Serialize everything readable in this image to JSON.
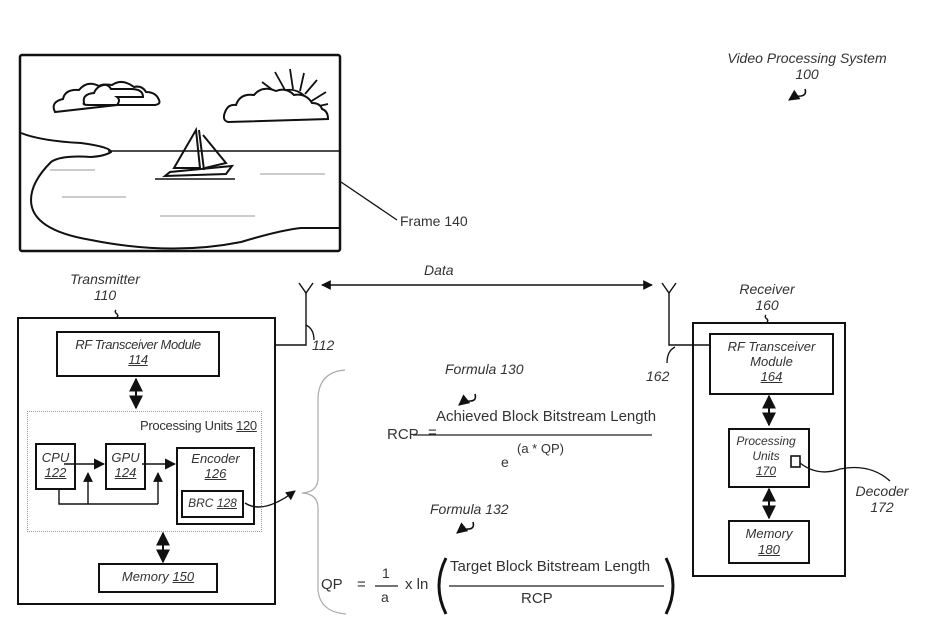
{
  "title": {
    "name": "Video Processing System",
    "ref": "100"
  },
  "frame": {
    "label": "Frame 140"
  },
  "link": {
    "label": "Data"
  },
  "transmitter": {
    "name": "Transmitter",
    "ref": "110",
    "antenna_ref": "112",
    "rf_module": {
      "name": "RF Transceiver Module",
      "ref": "114"
    },
    "processing_units": {
      "name": "Processing Units",
      "ref": "120"
    },
    "cpu": {
      "name": "CPU",
      "ref": "122"
    },
    "gpu": {
      "name": "GPU",
      "ref": "124"
    },
    "encoder": {
      "name": "Encoder",
      "ref": "126"
    },
    "brc": {
      "name": "BRC",
      "ref": "128"
    },
    "memory": {
      "name": "Memory",
      "ref": "150"
    }
  },
  "receiver": {
    "name": "Receiver",
    "ref": "160",
    "antenna_ref": "162",
    "rf_module": {
      "name_line1": "RF Transceiver",
      "name_line2": "Module",
      "ref": "164"
    },
    "processing_units": {
      "name_line1": "Processing",
      "name_line2": "Units",
      "ref": "170"
    },
    "decoder": {
      "name": "Decoder",
      "ref": "172"
    },
    "memory": {
      "name": "Memory",
      "ref": "180"
    }
  },
  "formula_130": {
    "label": "Formula 130",
    "lhs": "RCP",
    "eq": "=",
    "numerator": "Achieved Block Bitstream Length",
    "denominator_base": "e",
    "denominator_exp": "(a * QP)"
  },
  "formula_132": {
    "label": "Formula 132",
    "lhs": "QP",
    "eq": "=",
    "coef_num": "1",
    "coef_den": "a",
    "op": "x ln",
    "numerator": "Target Block Bitstream Length",
    "denominator": "RCP"
  }
}
